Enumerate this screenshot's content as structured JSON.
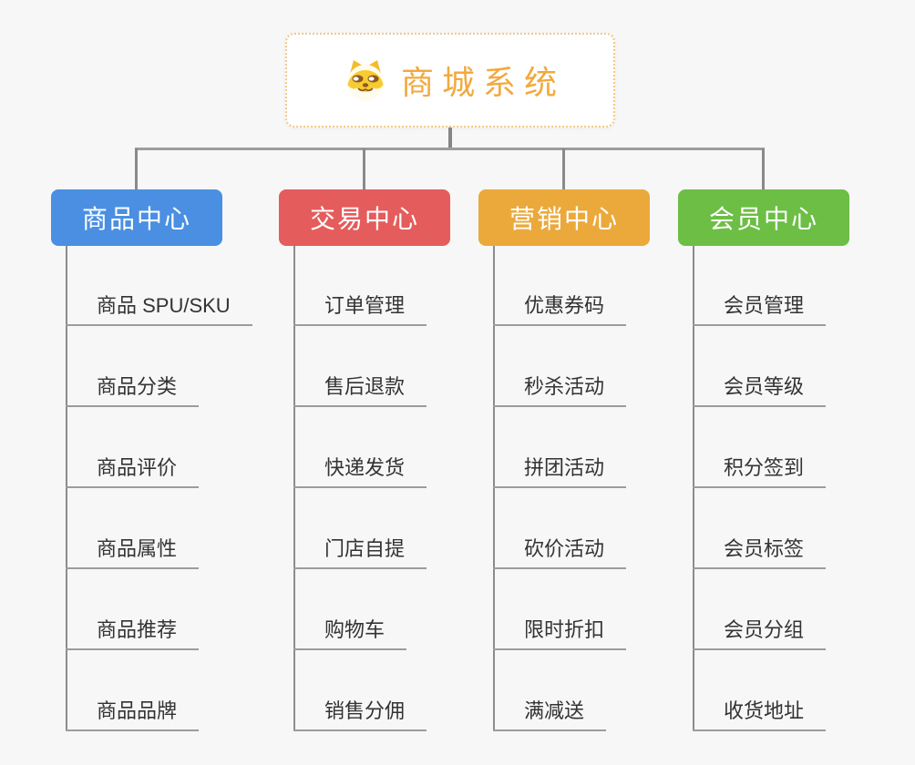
{
  "root": {
    "title": "商城系统",
    "title_color": "#f2a93e",
    "border_color": "#f3c884",
    "icon": "doge-icon"
  },
  "connector_color": "#8c8c8c",
  "branches": [
    {
      "label": "商品中心",
      "color": "#4a8fe2",
      "children": [
        "商品 SPU/SKU",
        "商品分类",
        "商品评价",
        "商品属性",
        "商品推荐",
        "商品品牌"
      ]
    },
    {
      "label": "交易中心",
      "color": "#e45c5c",
      "children": [
        "订单管理",
        "售后退款",
        "快递发货",
        "门店自提",
        "购物车",
        "销售分佣"
      ]
    },
    {
      "label": "营销中心",
      "color": "#eba93c",
      "children": [
        "优惠券码",
        "秒杀活动",
        "拼团活动",
        "砍价活动",
        "限时折扣",
        "满减送"
      ]
    },
    {
      "label": "会员中心",
      "color": "#6cbe45",
      "children": [
        "会员管理",
        "会员等级",
        "积分签到",
        "会员标签",
        "会员分组",
        "收货地址"
      ]
    }
  ]
}
